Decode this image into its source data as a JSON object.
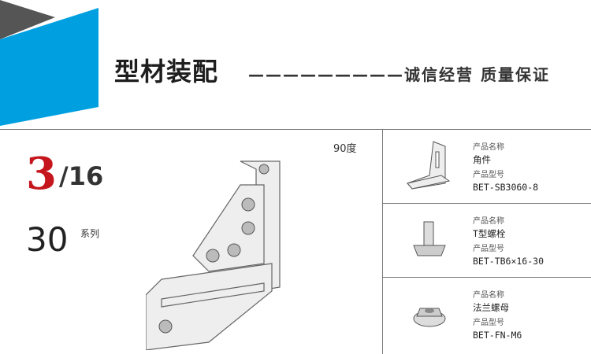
{
  "header": {
    "title": "型材装配",
    "slogan": "—————————诚信经营 质量保证",
    "accent_color": "#00a0e0",
    "dark_color": "#555555"
  },
  "intro": {
    "index": "3",
    "total": "/16",
    "series_number": "30",
    "series_label": "系列",
    "angle_label": "90度"
  },
  "products": [
    {
      "name_label": "产品名称",
      "name": "角件",
      "model_label": "产品型号",
      "model": "BET-SB3060-8",
      "icon": "corner-bracket-icon"
    },
    {
      "name_label": "产品名称",
      "name": "T型螺栓",
      "model_label": "产品型号",
      "model": "BET-TB6×16-30",
      "icon": "t-bolt-icon"
    },
    {
      "name_label": "产品名称",
      "name": "法兰螺母",
      "model_label": "产品型号",
      "model": "BET-FN-M6",
      "icon": "flange-nut-icon"
    }
  ]
}
